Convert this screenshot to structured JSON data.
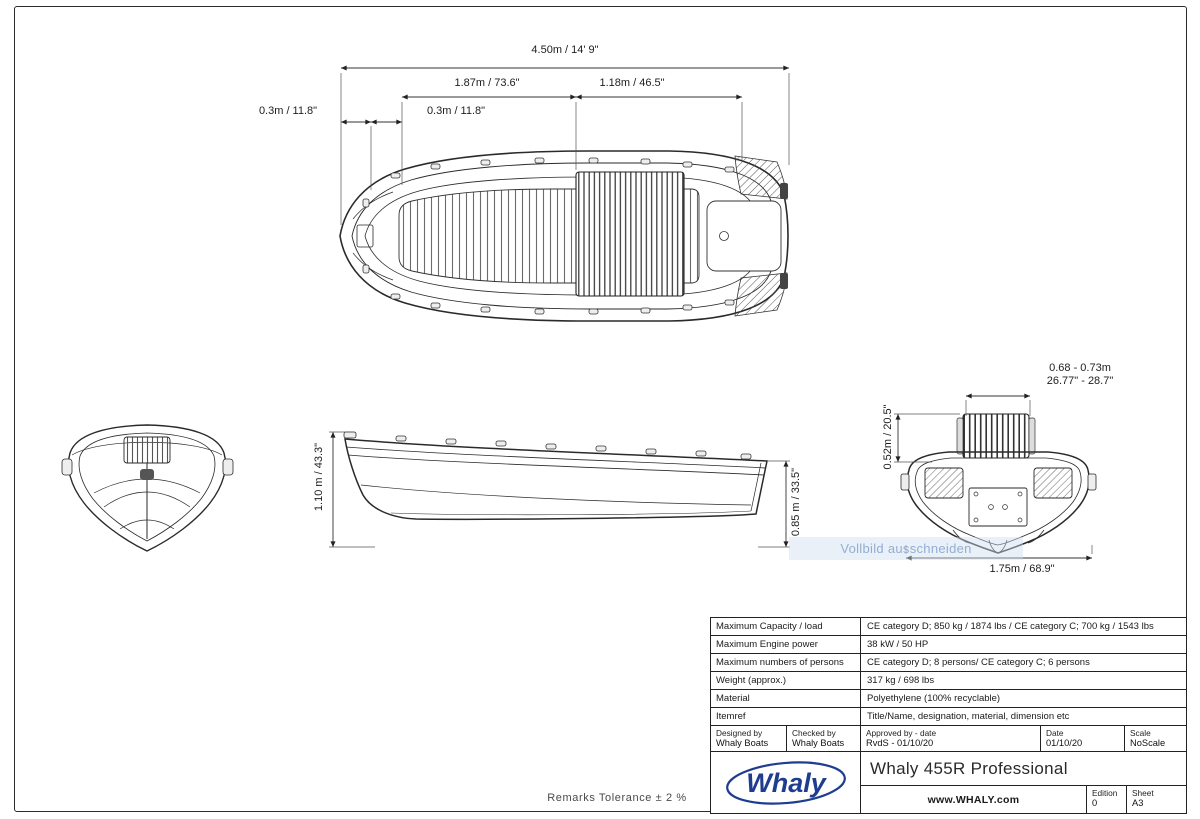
{
  "colors": {
    "logo_blue": "#1e3d8f",
    "watermark_blue": "#93aed2"
  },
  "watermark": {
    "label": "Vollbild ausschneiden"
  },
  "remarks": "Remarks Tolerance ± 2 %",
  "dims": {
    "overall": "4.50m / 14' 9\"",
    "mid": "1.87m / 73.6\"",
    "aft": "1.18m / 46.5\"",
    "bow_left": "0.3m / 11.8\"",
    "bow_right": "0.3m / 11.8\"",
    "height_bow": "1.10 m / 43.3\"",
    "height_stern": "0.85 m / 33.5\"",
    "transom_height": "0.52m / 20.5\"",
    "well_m": "0.68 - 0.73m",
    "well_in": "26.77\" - 28.7\"",
    "beam": "1.75m / 68.9\""
  },
  "table": {
    "rows": [
      {
        "label": "Maximum Capacity / load",
        "value": "CE category D; 850 kg / 1874 lbs / CE category C; 700 kg / 1543 lbs"
      },
      {
        "label": "Maximum Engine power",
        "value": "38 kW / 50 HP"
      },
      {
        "label": "Maximum numbers of persons",
        "value": "CE category D; 8 persons/ CE category C; 6 persons"
      },
      {
        "label": "Weight (approx.)",
        "value": "317 kg / 698 lbs"
      },
      {
        "label": "Material",
        "value": "Polyethylene (100% recyclable)"
      },
      {
        "label": "Itemref",
        "value": "Title/Name, designation, material, dimension etc"
      }
    ],
    "designed": {
      "label": "Designed by",
      "value": "Whaly Boats"
    },
    "checked": {
      "label": "Checked by",
      "value": "Whaly Boats"
    },
    "approved": {
      "label": "Approved by - date",
      "value": "RvdS - 01/10/20"
    },
    "date": {
      "label": "Date",
      "value": "01/10/20"
    },
    "scale": {
      "label": "Scale",
      "value": "NoScale"
    },
    "logo_text": "Whaly",
    "title": "Whaly 455R Professional",
    "website": "www.WHALY.com",
    "edition": {
      "label": "Edition",
      "value": "0"
    },
    "sheet": {
      "label": "Sheet",
      "value": "A3"
    }
  }
}
